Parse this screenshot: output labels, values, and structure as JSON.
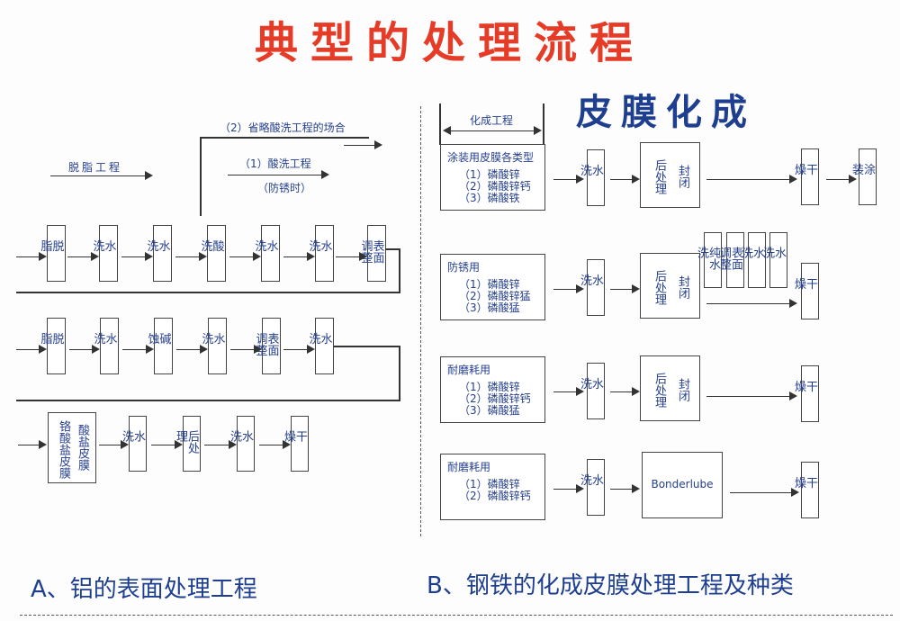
{
  "title": "典型的处理流程",
  "aluminum": {
    "section_label": "A、铝的表面处理工程",
    "degrease_process": "脱脂工程",
    "omit_pickling": "（2）省略酸洗工程的场合",
    "pickling": "（1）酸洗工程",
    "rust_note": "（防锈时）",
    "row1": [
      "脱脂",
      "水洗",
      "水洗",
      "酸洗",
      "水洗",
      "水洗",
      "表面调整"
    ],
    "row2": [
      "脱脂",
      "水洗",
      "碱蚀",
      "水洗",
      "表面调整",
      "水洗"
    ],
    "row3": {
      "coating_left": "铬酸盐皮膜",
      "coating_right": "酸盐皮膜",
      "steps": [
        "水洗",
        "后处理",
        "水洗",
        "干燥"
      ]
    }
  },
  "steel": {
    "heading": "皮膜化成",
    "process_label": "化成工程",
    "section_label": "B、钢铁的化成皮膜处理工程及种类",
    "rows": [
      {
        "title": "涂装用皮膜各类型",
        "items": [
          "（1）磷酸锌",
          "（2）磷酸锌钙",
          "（3）磷酸铁"
        ],
        "rinse": "水洗",
        "post_left": "后处理",
        "post_right": "封闭",
        "dry": "干燥",
        "final": "涂装"
      },
      {
        "title": "防锈用",
        "items": [
          "（1）磷酸锌",
          "（2）磷酸锌猛",
          "（3）磷酸猛"
        ],
        "rinse": "水洗",
        "post_left": "后处理",
        "post_right": "封闭",
        "extra": [
          "纯水洗",
          "表面调整",
          "水洗",
          "水洗"
        ],
        "dry": "干燥"
      },
      {
        "title": "耐磨耗用",
        "items": [
          "（1）磷酸锌",
          "（2）磷酸锌钙",
          "（3）磷酸猛"
        ],
        "rinse": "水洗",
        "post_left": "后处理",
        "post_right": "封闭",
        "dry": "干燥"
      },
      {
        "title": "耐磨耗用",
        "items": [
          "（1）磷酸锌",
          "（2）磷酸锌钙"
        ],
        "rinse": "水洗",
        "post": "Bonderlube",
        "dry": "干燥"
      }
    ]
  }
}
